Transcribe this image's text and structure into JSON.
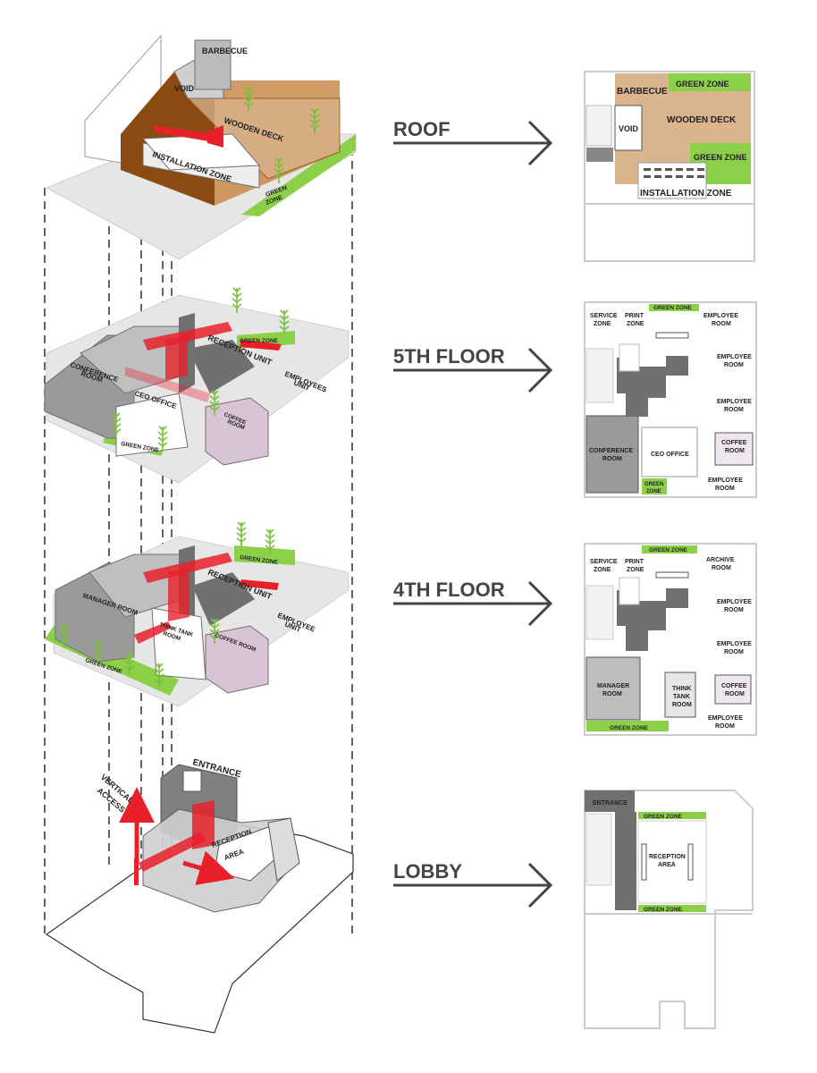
{
  "colors": {
    "green": "#8cd04a",
    "wood": "#c98a4a",
    "wood_dark": "#8a4b12",
    "deck": "#d9b48f",
    "red": "#e8202a",
    "gray": "#9a9a9a",
    "gray_dark": "#707070",
    "purple": "#d9c3d6",
    "slab": "#e6e6e6",
    "arrow": "#444444"
  },
  "levels": [
    {
      "id": "roof",
      "label": "ROOF"
    },
    {
      "id": "fifth",
      "label": "5TH FLOOR"
    },
    {
      "id": "fourth",
      "label": "4TH FLOOR"
    },
    {
      "id": "lobby",
      "label": "LOBBY"
    }
  ],
  "iso": {
    "roof": {
      "barbecue": "BARBECUE",
      "void": "VOID",
      "wooden_deck": "WOODEN DECK",
      "installation_zone": "INSTALLATION ZONE",
      "green_zone_1": "GREEN",
      "green_zone_2": "ZONE"
    },
    "fifth": {
      "conference_1": "CONFERENCE",
      "conference_2": "ROOM",
      "ceo_office": "CEO OFFICE",
      "reception_unit": "RECEPTION UNIT",
      "employees_unit_1": "EMPLOYEES",
      "employees_unit_2": "UNIT",
      "coffee_1": "COFFEE",
      "coffee_2": "ROOM",
      "green_zone_top": "GREEN ZONE",
      "green_zone_bottom": "GREEN ZONE"
    },
    "fourth": {
      "manager_room": "MANAGER ROOM",
      "reception_unit": "RECEPTION UNIT",
      "think_tank_1": "THINK TANK",
      "think_tank_2": "ROOM",
      "coffee_room": "COFFEE ROOM",
      "employee_unit_1": "EMPLOYEE",
      "employee_unit_2": "UNIT",
      "green_zone_top": "GREEN ZONE",
      "green_zone_bottom": "GREEN ZONE"
    },
    "lobby": {
      "entrance": "ENTRANCE",
      "vertical_1": "VERTICAL",
      "vertical_2": "ACCESS",
      "reception_1": "RECEPTION",
      "reception_2": "AREA"
    }
  },
  "plans": {
    "roof": {
      "barbecue": "BARBECUE",
      "green_zone_top": "GREEN ZONE",
      "void": "VOID",
      "wooden_deck": "WOODEN DECK",
      "green_zone_right": "GREEN ZONE",
      "installation_zone": "INSTALLATION ZONE"
    },
    "fifth": {
      "service_1": "SERVICE",
      "service_2": "ZONE",
      "print_1": "PRINT",
      "print_2": "ZONE",
      "green_zone_top": "GREEN ZONE",
      "emp_1a": "EMPLOYEE",
      "emp_1b": "ROOM",
      "emp_2a": "EMPLOYEE",
      "emp_2b": "ROOM",
      "emp_3a": "EMPLOYEE",
      "emp_3b": "ROOM",
      "conf_1": "CONFERENCE",
      "conf_2": "ROOM",
      "ceo": "CEO OFFICE",
      "coffee_1": "COFFEE",
      "coffee_2": "ROOM",
      "green_1": "GREEN",
      "green_2": "ZONE",
      "emp_4a": "EMPLOYEE",
      "emp_4b": "ROOM"
    },
    "fourth": {
      "service_1": "SERVICE",
      "service_2": "ZONE",
      "print_1": "PRINT",
      "print_2": "ZONE",
      "green_zone_top": "GREEN ZONE",
      "archive_1": "ARCHIVE",
      "archive_2": "ROOM",
      "emp_1a": "EMPLOYEE",
      "emp_1b": "ROOM",
      "emp_2a": "EMPLOYEE",
      "emp_2b": "ROOM",
      "manager_1": "MANAGER",
      "manager_2": "ROOM",
      "think_1": "THINK",
      "think_2": "TANK",
      "think_3": "ROOM",
      "coffee_1": "COFFEE",
      "coffee_2": "ROOM",
      "emp_3a": "EMPLOYEE",
      "emp_3b": "ROOM",
      "green_zone_bottom": "GREEN ZONE"
    },
    "lobby": {
      "entrance": "ENTRANCE",
      "green_zone_top": "GREEN ZONE",
      "reception_1": "RECEPTION",
      "reception_2": "AREA",
      "green_zone_bottom": "GREEN ZONE"
    }
  }
}
